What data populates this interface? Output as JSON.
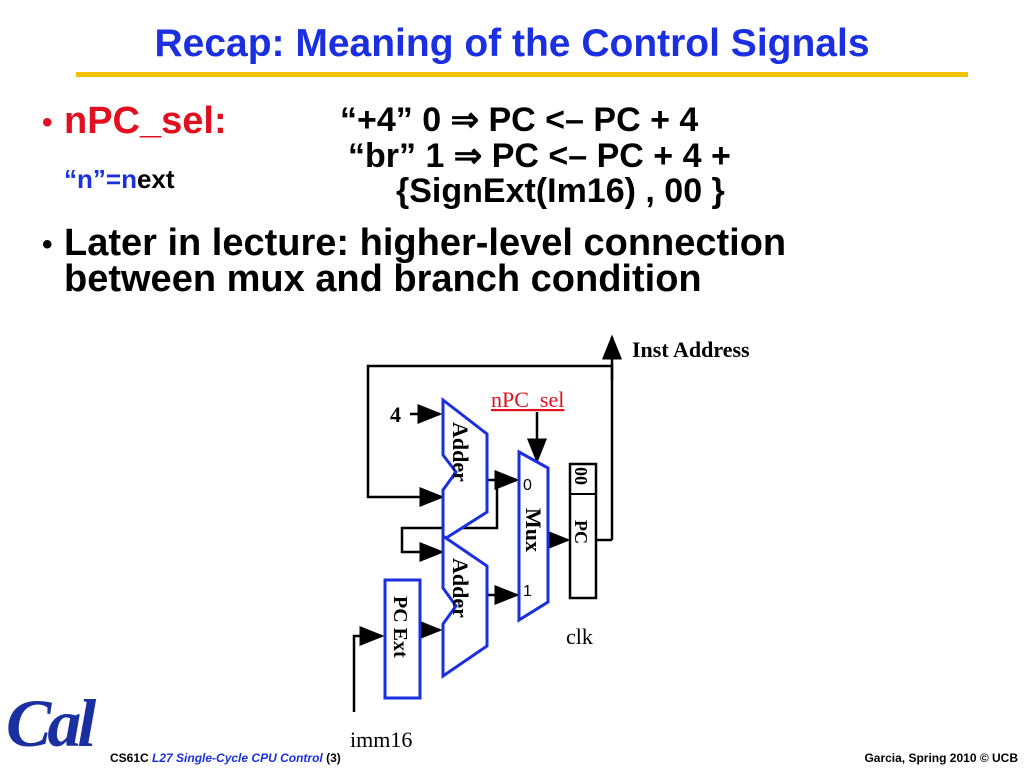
{
  "slide": {
    "title": "Recap: Meaning of the Control Signals"
  },
  "bullets": {
    "npc_label": "nPC_sel:",
    "n_note_quote": "“n”=",
    "n_note_n": "n",
    "n_note_rest": "ext",
    "formula_line1": "“+4” 0 ⇒ PC <– PC + 4",
    "formula_line2": "“br” 1 ⇒ PC <– PC + 4 +",
    "formula_line3": "{SignExt(Im16) , 00 }",
    "later_line1": "Later in lecture: higher-level connection",
    "later_line2": "between mux and branch condition"
  },
  "diagram": {
    "inst_address": "Inst Address",
    "npc_sel": "nPC_sel",
    "four": "4",
    "adder_top": "Adder",
    "adder_bottom": "Adder",
    "mux": "Mux",
    "mux_in0": "0",
    "mux_in1": "1",
    "pc_low_bits": "00",
    "pc": "PC",
    "clk": "clk",
    "pc_ext": "PC Ext",
    "imm16": "imm16",
    "colors": {
      "block_outline": "#1a30e0",
      "signal_label": "#e01020"
    }
  },
  "footer": {
    "course": "CS61C",
    "lecture": "L27 Single-Cycle CPU Control",
    "page": "(3)",
    "credit": "Garcia, Spring 2010 © UCB",
    "logo_text": "Cal"
  }
}
